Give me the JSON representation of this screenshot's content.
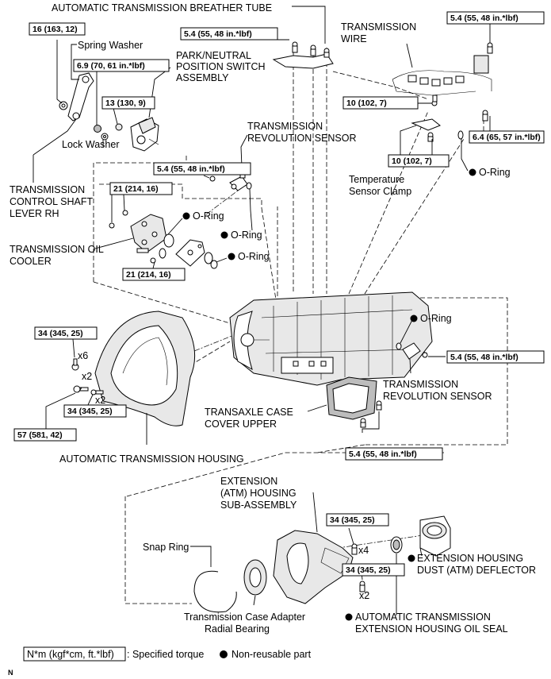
{
  "labels": {
    "breather_tube": "AUTOMATIC TRANSMISSION BREATHER TUBE",
    "transmission_wire_1": "TRANSMISSION",
    "transmission_wire_2": "WIRE",
    "spring_washer": "Spring Washer",
    "park_neutral_1": "PARK/NEUTRAL",
    "park_neutral_2": "POSITION SWITCH",
    "park_neutral_3": "ASSEMBLY",
    "rev_sensor_top_1": "TRANSMISSION",
    "rev_sensor_top_2": "REVOLUTION SENSOR",
    "lock_washer": "Lock Washer",
    "temp_clamp_1": "Temperature",
    "temp_clamp_2": "Sensor Clamp",
    "shaft_lever_1": "TRANSMISSION",
    "shaft_lever_2": "CONTROL SHAFT",
    "shaft_lever_3": "LEVER RH",
    "oil_cooler_1": "TRANSMISSION OIL",
    "oil_cooler_2": "COOLER",
    "oring": "O-Ring",
    "rev_sensor_right_1": "TRANSMISSION",
    "rev_sensor_right_2": "REVOLUTION SENSOR",
    "case_cover_1": "TRANSAXLE CASE",
    "case_cover_2": "COVER UPPER",
    "housing": "AUTOMATIC TRANSMISSION HOUSING",
    "extension_1": "EXTENSION",
    "extension_2": "(ATM) HOUSING",
    "extension_3": "SUB-ASSEMBLY",
    "snap_ring": "Snap Ring",
    "radial_bearing_1": "Transmission Case Adapter",
    "radial_bearing_2": "Radial Bearing",
    "deflector_1": "EXTENSION HOUSING",
    "deflector_2": "DUST (ATM) DEFLECTOR",
    "oil_seal_1": "AUTOMATIC TRANSMISSION",
    "oil_seal_2": "EXTENSION HOUSING OIL SEAL"
  },
  "torques": {
    "t16": "16 (163, 12)",
    "t54": "5.4 (55, 48 in.*lbf)",
    "t69": "6.9 (70, 61 in.*lbf)",
    "t13": "13 (130, 9)",
    "t10": "10 (102, 7)",
    "t64": "6.4 (65, 57 in.*lbf)",
    "t21": "21 (214, 16)",
    "t34": "34 (345, 25)",
    "t57": "57 (581, 42)",
    "legend_box": "N*m (kgf*cm, ft.*lbf)"
  },
  "counts": {
    "x6": "x6",
    "x2": "x2",
    "x4": "x4"
  },
  "legend": {
    "specified": ": Specified torque",
    "nonreusable": "Non-reusable part",
    "corner": "N"
  }
}
